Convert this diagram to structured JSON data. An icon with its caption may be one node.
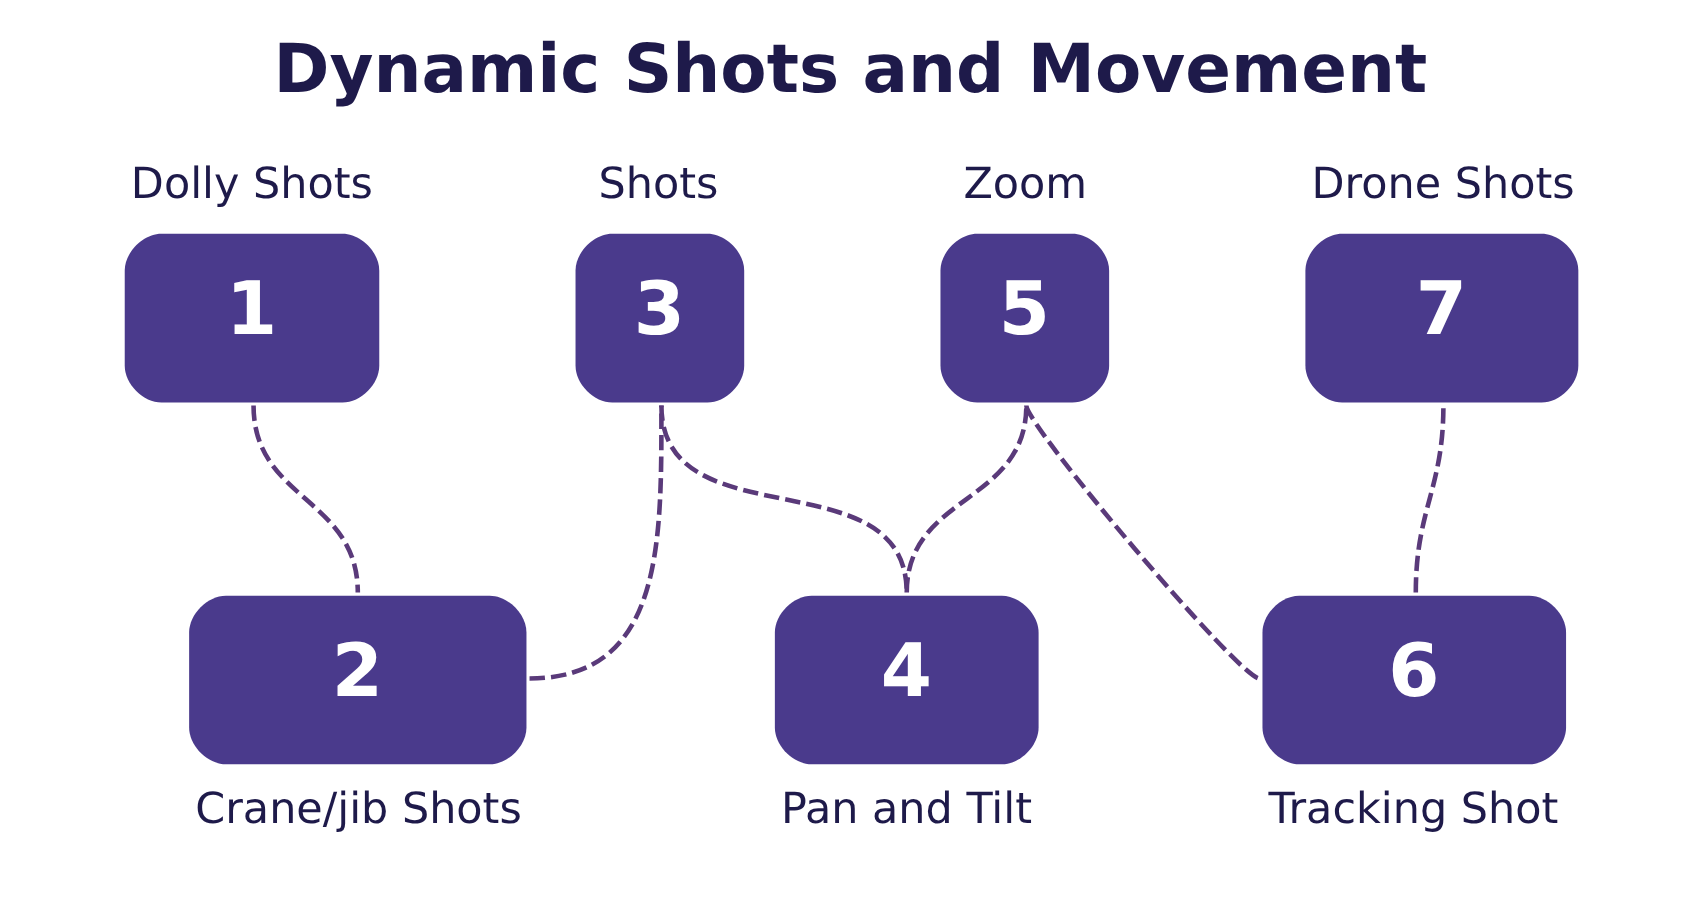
{
  "diagram": {
    "title": "Dynamic Shots and Movement",
    "nodes": [
      {
        "text": [
          "1"
        ],
        "beside": [
          "Dolly Shots"
        ]
      },
      {
        "text": [
          "2"
        ],
        "beside": [
          "Crane/jib Shots"
        ]
      },
      {
        "text": [
          "3"
        ],
        "beside": [
          "Shots"
        ]
      },
      {
        "text": [
          "4"
        ],
        "beside": [
          "Pan and Tilt"
        ]
      },
      {
        "text": [
          "5"
        ],
        "beside": [
          "Zoom"
        ]
      },
      {
        "text": [
          "6"
        ],
        "beside": [
          "Tracking Shot"
        ]
      },
      {
        "text": [
          "7"
        ],
        "beside": [
          "Drone Shots"
        ]
      }
    ],
    "edges": [
      {
        "from": 0,
        "to": 1,
        "arrow": "none",
        "style": "dashed"
      },
      {
        "from": 1,
        "to": 2,
        "arrow": "none",
        "style": "dashed"
      },
      {
        "from": 2,
        "to": 3,
        "arrow": "none",
        "style": "dashed"
      },
      {
        "from": 3,
        "to": 4,
        "arrow": "none",
        "style": "dashed"
      },
      {
        "from": 4,
        "to": 5,
        "arrow": "none",
        "style": "dashed"
      },
      {
        "from": 5,
        "to": 6,
        "arrow": "none",
        "style": "dashed"
      }
    ]
  }
}
